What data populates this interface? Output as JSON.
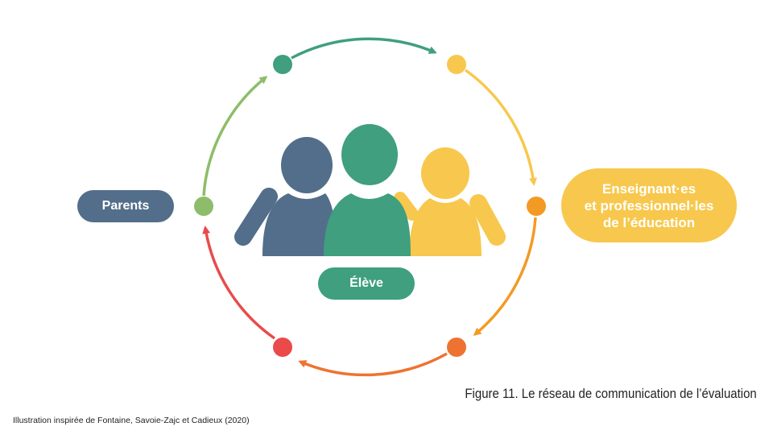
{
  "nodes": {
    "parents": "Parents",
    "student": "Élève",
    "teachers": [
      "Enseignant·es",
      "et professionnel·les",
      "de l’éducation"
    ]
  },
  "caption": "Figure 11. Le réseau de communication de l’évaluation",
  "credit": "Illustration inspirée de Fontaine, Savoie-Zajc et Cadieux (2020)",
  "colors": {
    "parents": "#536e8a",
    "student": "#3f9f7f",
    "teachers": "#f7c84d",
    "cycle_green_light": "#8dbd6a",
    "cycle_teal": "#3f9f7f",
    "cycle_yellow": "#f7c84d",
    "cycle_orange": "#f39a24",
    "cycle_dark_orange": "#ee7330",
    "cycle_red": "#ea4a4a"
  },
  "icons": [
    "group-of-three-people-icon"
  ]
}
